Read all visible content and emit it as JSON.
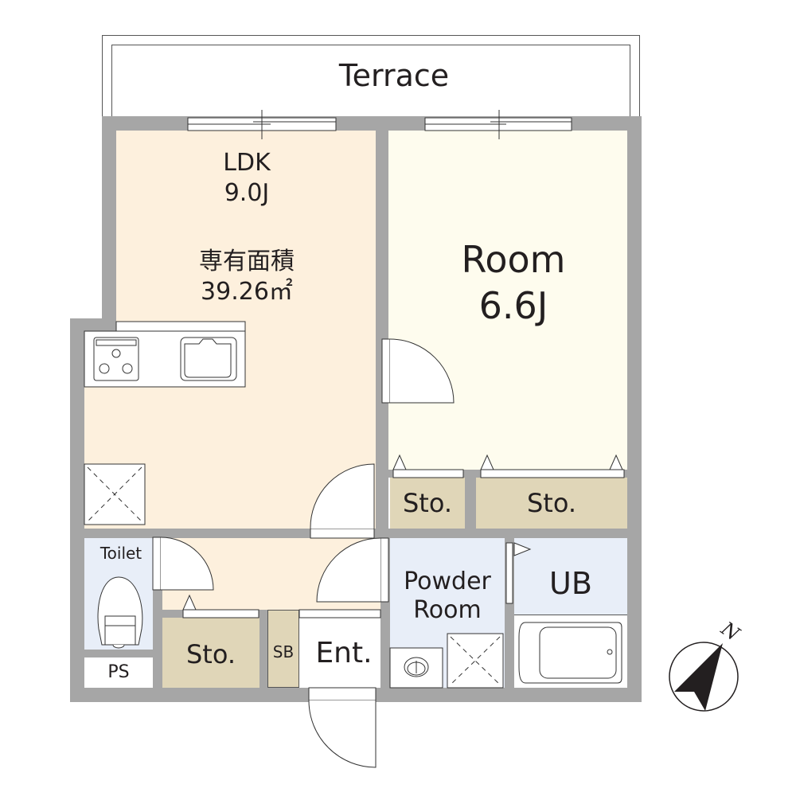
{
  "terrace": {
    "label": "Terrace"
  },
  "ldk": {
    "name": "LDK",
    "size": "9.0J",
    "area_label": "専有面積",
    "area_value": "39.26㎡"
  },
  "room": {
    "name": "Room",
    "size": "6.6J"
  },
  "storage": [
    {
      "label": "Sto."
    },
    {
      "label": "Sto."
    },
    {
      "label": "Sto."
    }
  ],
  "toilet": {
    "label": "Toilet"
  },
  "ps": {
    "label": "PS"
  },
  "shoe_box": {
    "label": "SB"
  },
  "entrance": {
    "label": "Ent."
  },
  "powder_room": {
    "line1": "Powder",
    "line2": "Room"
  },
  "unit_bath": {
    "label": "UB"
  },
  "compass": {
    "label": "N"
  },
  "colors": {
    "wall": "#a6a6a6",
    "ldk_floor": "#fdf0dd",
    "room_floor": "#fefcee",
    "storage_floor": "#e0d6b8",
    "wet_floor": "#e8eef8"
  }
}
